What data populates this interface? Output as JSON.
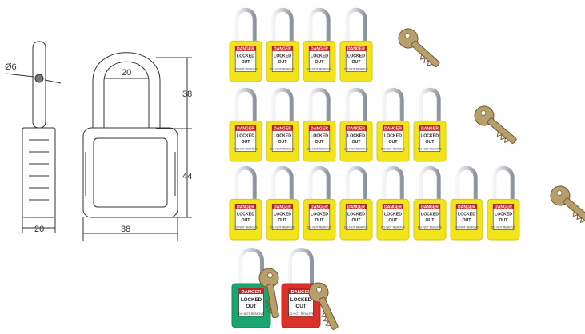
{
  "drawing": {
    "dim_diameter": "Ø6",
    "dim_shackle_width": "20",
    "dim_shackle_height": "38",
    "dim_body_height": "44",
    "dim_side_width": "20",
    "dim_body_width": "38"
  },
  "lock_label": {
    "danger": "DANGER",
    "line1": "LOCKED",
    "line2": "OUT",
    "footer": "DO NOT REMOVE"
  },
  "colors": {
    "yellow": "#f2e31b",
    "yellow_dark": "#d7c80f",
    "green": "#1aa56f",
    "green_dark": "#138357",
    "red": "#d8322a",
    "red_dark": "#b1231d",
    "shackle": "#c9ccd1",
    "key": "#b79e6a"
  },
  "rows": [
    {
      "count": 4,
      "color": "yellow"
    },
    {
      "count": 6,
      "color": "yellow"
    },
    {
      "count": 8,
      "color": "yellow"
    },
    {
      "count": 2,
      "color": "mixed"
    }
  ]
}
